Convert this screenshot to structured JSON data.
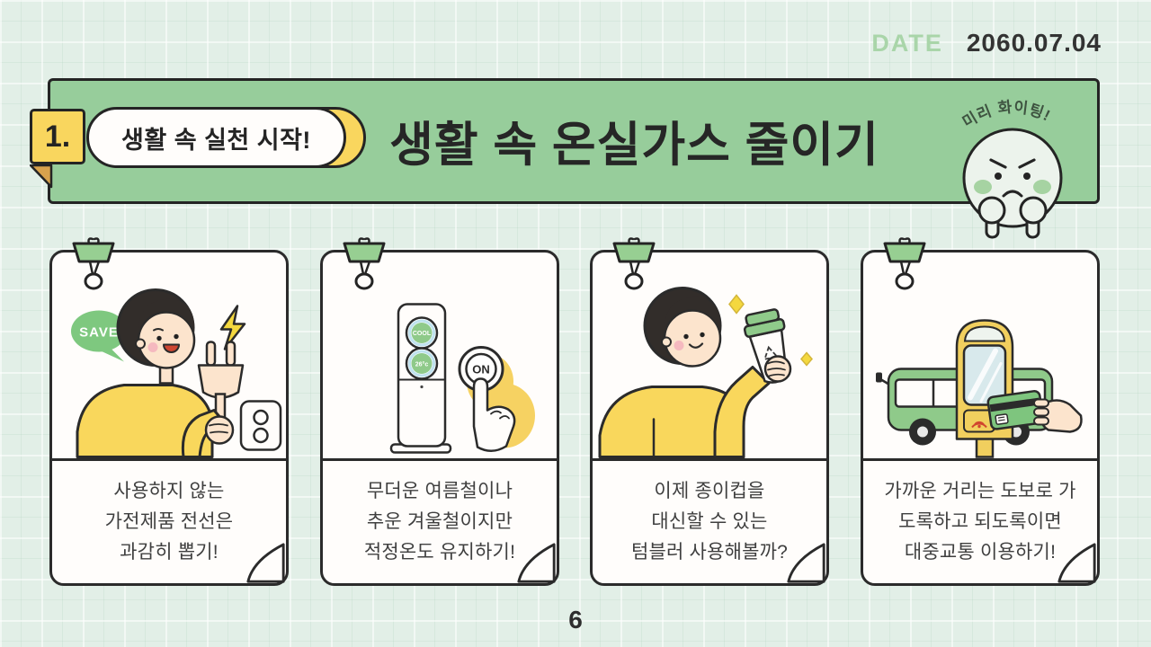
{
  "page": {
    "date_label": "DATE",
    "date_value": "2060.07.04",
    "page_number": "6"
  },
  "banner": {
    "number": "1.",
    "kicker": "생활 속 실천 시작!",
    "title": "생활 속 온실가스 줄이기",
    "mascot_cheer": "미리 화이팅!"
  },
  "cards": [
    {
      "id": "unplug",
      "bubble": "SAVE",
      "lines": [
        "사용하지 않는",
        "가전제품 전선은",
        "과감히 뽑기!"
      ]
    },
    {
      "id": "thermostat",
      "display_top": "COOL",
      "display_bottom": "26°c",
      "button": "ON",
      "lines": [
        "무더운 여름철이나",
        "추운 겨울철이지만",
        "적정온도 유지하기!"
      ]
    },
    {
      "id": "tumbler",
      "lines": [
        "이제 종이컵을",
        "대신할 수 있는",
        "텀블러 사용해볼까?"
      ]
    },
    {
      "id": "bus",
      "lines": [
        "가까운 거리는 도보로 가",
        "도록하고 되도록이면",
        "대중교통 이용하기!"
      ]
    }
  ],
  "colors": {
    "background": "#e2efe7",
    "banner_green": "#97cd9b",
    "accent_yellow": "#f9d65e",
    "clip_green": "#97cf92",
    "outline": "#2b2b2b",
    "bubble_green": "#7ec87f",
    "date_label_green": "#a9d5a9"
  }
}
